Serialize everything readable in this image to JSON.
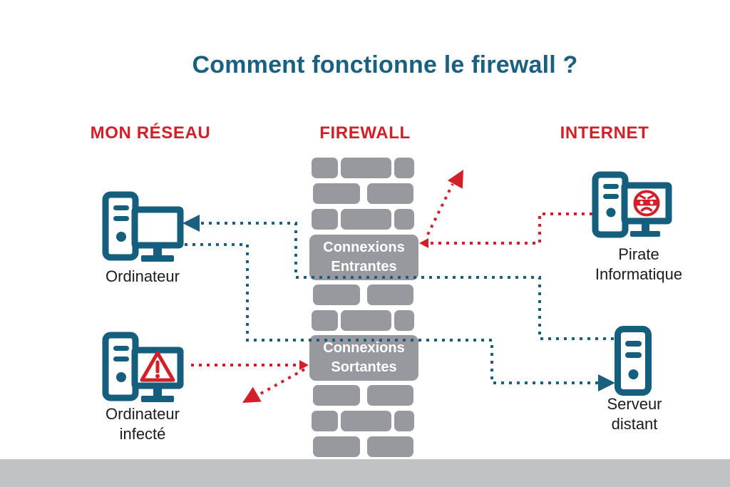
{
  "title": "Comment fonctionne le firewall ?",
  "columns": {
    "left": "MON RÉSEAU",
    "center": "FIREWALL",
    "right": "INTERNET"
  },
  "firewall": {
    "incoming": {
      "line1": "Connexions",
      "line2": "Entrantes"
    },
    "outgoing": {
      "line1": "Connexions",
      "line2": "Sortantes"
    }
  },
  "nodes": {
    "computer": {
      "label": "Ordinateur"
    },
    "infected_computer": {
      "line1": "Ordinateur",
      "line2": "infecté"
    },
    "hacker": {
      "line1": "Pirate",
      "line2": "Informatique"
    },
    "remote_server": {
      "line1": "Serveur",
      "line2": "distant"
    }
  },
  "connections": [
    {
      "name": "incoming-allowed",
      "from": "Serveur distant",
      "to": "Ordinateur",
      "through": "Connexions Entrantes",
      "blocked": false,
      "color": "#1a5f7e"
    },
    {
      "name": "outgoing-allowed",
      "from": "Ordinateur",
      "to": "Serveur distant",
      "through": "Connexions Sortantes",
      "blocked": false,
      "color": "#1a5f7e"
    },
    {
      "name": "incoming-blocked",
      "from": "Pirate Informatique",
      "to": "firewall",
      "blocked": true,
      "color": "#d2202a"
    },
    {
      "name": "outgoing-blocked",
      "from": "Ordinateur infecté",
      "to": "firewall",
      "blocked": true,
      "color": "#d2202a"
    }
  ],
  "colors": {
    "title_teal": "#1a6080",
    "red": "#d2202a",
    "icon_teal": "#155e7e",
    "brick_gray": "#97999e",
    "footer_gray": "#c1c2c3",
    "label_dark": "#1b1b22",
    "wall_label_text": "#ffffff"
  }
}
